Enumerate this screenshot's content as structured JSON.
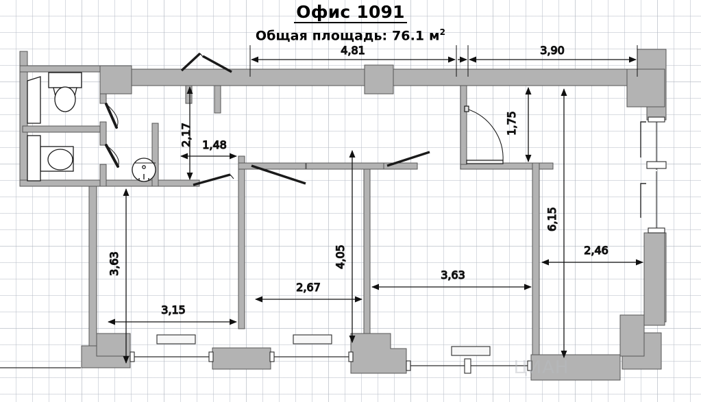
{
  "header": {
    "title": "Офис 1091",
    "area_label": "Общая площадь: 76.1 м",
    "area_superscript": "2"
  },
  "watermark": {
    "text": "ЦИАН"
  },
  "dimensions": {
    "top_left_span": "4,81",
    "top_right_span": "3,90",
    "hall_vertical": "2,17",
    "hall_horizontal": "1,48",
    "right_upper_vertical": "1,75",
    "left_room_vertical": "3,63",
    "left_room_horizontal": "3,15",
    "middle_room_vertical": "4,05",
    "middle_room_horizontal": "2,67",
    "right_room_horizontal": "3,63",
    "right_outer_vertical": "6,15",
    "right_outer_horizontal": "2,46"
  },
  "fixtures": {
    "toilet_upper": "toilet-icon",
    "toilet_lower": "toilet-icon",
    "sink_round": "sink-icon",
    "door_swing_right": "door-swing-icon",
    "door_sliding_hall_a": "sliding-door-icon",
    "door_sliding_hall_b": "sliding-door-icon",
    "door_sliding_mid": "sliding-door-icon",
    "door_sliding_right": "sliding-door-icon",
    "door_wc_upper": "door-swing-icon",
    "door_wc_lower": "door-swing-icon"
  },
  "colors": {
    "wall_fill": "#b3b3b3",
    "wall_stroke": "#4d4d4d",
    "dim_line": "#111111",
    "background": "#ffffff",
    "grid_minor": "#b9bec8",
    "grid_major": "#a0a5af",
    "window_fill": "#f2f2f2"
  }
}
